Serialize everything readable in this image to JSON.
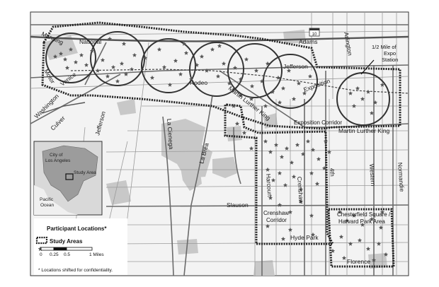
{
  "streets": {
    "manning": "Manning",
    "national": "National",
    "motor": "Motor",
    "venice": "Venice",
    "washington": "Washington",
    "culver": "Culver",
    "jefferson_w": "Jefferson",
    "la_cienega": "La Cienega",
    "la_brea": "La Brea",
    "rodeo": "Rodeo",
    "adams": "Adams",
    "jefferson_e": "Jefferson",
    "mlk_diag": "Martin Lurther King",
    "exposition": "Exposition",
    "arlington": "Arlington",
    "mlk_east": "Martin Lurther King",
    "harcourt": "Harcourt",
    "crenshaw": "Crenshaw",
    "fourth": "4th",
    "western": "Western",
    "normandie": "Normandie",
    "slauson": "Slauson",
    "florence": "Florence",
    "hydepark": "Hyde Park",
    "freeway_shield": "10"
  },
  "callouts": {
    "expo_station_1": "1/2 Mile of",
    "expo_station_2": "Expo",
    "expo_station_3": "Station"
  },
  "areas": {
    "expo_corridor": "Exposition Corridor",
    "crenshaw_1": "Crenshaw",
    "crenshaw_2": "Corridor",
    "chesterfield_1": "Chesterfield Square /",
    "chesterfield_2": "Harvard Park Area"
  },
  "inset": {
    "city_1": "City of",
    "city_2": "Los Angeles",
    "study_area": "Study Area",
    "ocean_1": "Pacific",
    "ocean_2": "Ocean"
  },
  "legend": {
    "participants": "Participant Locations*",
    "study_areas": "Study Areas",
    "scale_0": "0",
    "scale_025": "0.25",
    "scale_05": "0.5",
    "scale_1": "1 Miles",
    "footnote": "* Locations shifted for confidentiality."
  }
}
